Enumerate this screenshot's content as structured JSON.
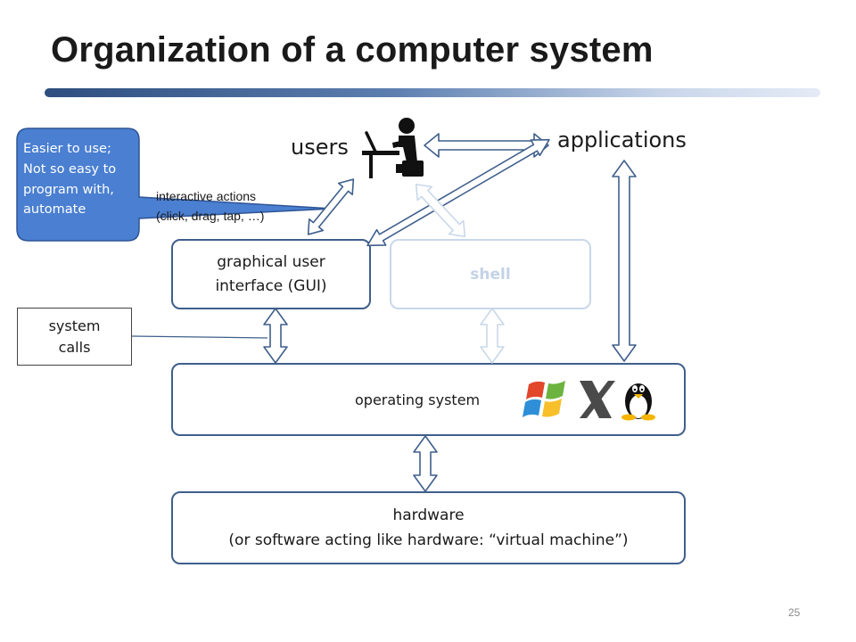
{
  "slide": {
    "title": "Organization of a computer system",
    "page_number": "25"
  },
  "labels": {
    "users": "users",
    "applications": "applications",
    "interactive_line1": "interactive actions",
    "interactive_line2": "(click, drag, tap, …)"
  },
  "callout": {
    "lines": [
      "Easier to use;",
      "Not so easy to",
      "program with,",
      "automate"
    ],
    "fill_color": "#4a7fd1"
  },
  "boxes": {
    "gui_line1": "graphical user",
    "gui_line2": "interface (GUI)",
    "shell": "shell",
    "os": "operating system",
    "hw_line1": "hardware",
    "hw_line2": "(or software acting like hardware: “virtual machine”)",
    "syscalls_line1": "system",
    "syscalls_line2": "calls"
  },
  "icons": {
    "user": "person-at-computer-icon",
    "logos": [
      "windows-logo-icon",
      "x-window-logo-icon",
      "linux-tux-icon"
    ]
  },
  "colors": {
    "accent": "#3f5f8c",
    "shell_faded": "#c9d8ea",
    "callout": "#4a7fd1"
  }
}
